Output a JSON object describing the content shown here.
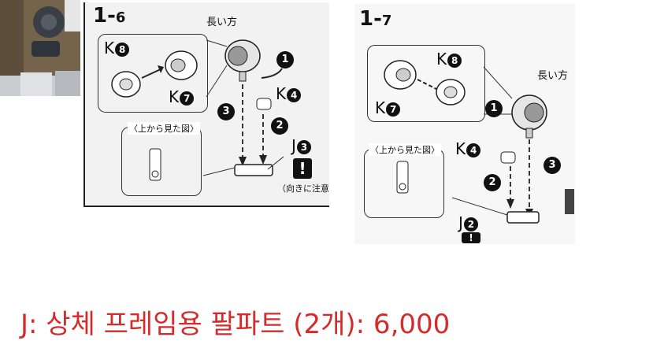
{
  "step_16": {
    "title_main": "1-",
    "title_sub": "6",
    "long_side": "長い方",
    "part_k8": "K",
    "part_k8_num": "8",
    "part_k7": "K",
    "part_k7_num": "7",
    "part_k4": "K",
    "part_k4_num": "4",
    "part_j3": "J",
    "part_j3_num": "3",
    "view_from_top": "〈上から見た図〉",
    "note_direction": "（向きに注意",
    "warning_mark": "!",
    "step_1": "1",
    "step_2": "2",
    "step_3": "3"
  },
  "step_17": {
    "title_main": "1-",
    "title_sub": "7",
    "long_side": "長い方",
    "part_k8": "K",
    "part_k8_num": "8",
    "part_k7": "K",
    "part_k7_num": "7",
    "part_k4": "K",
    "part_k4_num": "4",
    "part_j2": "J",
    "part_j2_num": "2",
    "view_from_top": "〈上から見た図〉",
    "warning_mark": "!",
    "step_1": "1",
    "step_2": "2",
    "step_3": "3"
  },
  "caption": "J: 상체 프레임용 팔파트 (2개): 6,000",
  "colors": {
    "caption": "#d42b2b",
    "ink": "#111111"
  }
}
